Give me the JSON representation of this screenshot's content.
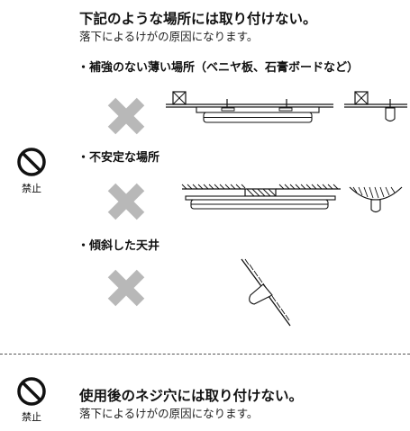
{
  "section1": {
    "title": "下記のような場所には取り付けない。",
    "subtitle": "落下によるけがの原因になります。",
    "items": [
      {
        "label": "・補強のない薄い場所（ベニヤ板、石膏ボードなど）"
      },
      {
        "label": "・不安定な場所"
      },
      {
        "label": "・傾斜した天井"
      }
    ],
    "prohibit_label": "禁止"
  },
  "section2": {
    "title": "使用後のネジ穴には取り付けない。",
    "subtitle": "落下によるけがの原因になります。",
    "prohibit_label": "禁止"
  },
  "colors": {
    "cross": "#b8b8b8",
    "ink": "#111111"
  }
}
